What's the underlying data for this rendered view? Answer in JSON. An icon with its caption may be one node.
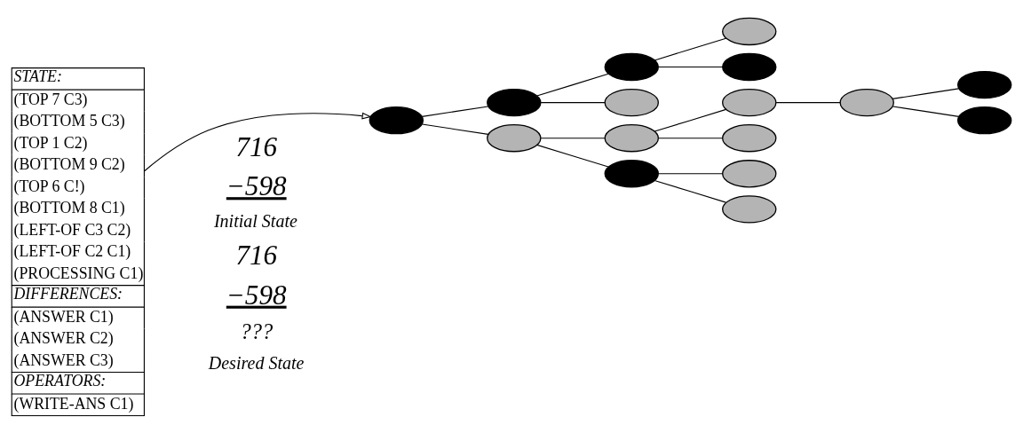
{
  "diagram": {
    "nodes": [
      {
        "text": [
          "STATE:",
          "(TOP 7 C3)",
          "(BOTTOM 5 C3)",
          "(TOP 1 C2)",
          "(BOTTOM 9 C2)",
          "(TOP 6 C!)",
          "(BOTTOM 8 C1)",
          "(LEFT-OF C3 C2)",
          "(LEFT-OF C2 C1)",
          "(PROCESSING C1)",
          "DIFFERENCES:",
          "(ANSWER C1)",
          "(ANSWER C2)",
          "(ANSWER C3)",
          "OPERATORS:",
          "(WRITE-ANS C1)"
        ]
      },
      {
        "text": [],
        "shape": "ellipse"
      },
      {
        "text": [],
        "shape": "ellipse"
      },
      {
        "text": [],
        "shape": "ellipse"
      },
      {
        "text": [],
        "shape": "ellipse"
      },
      {
        "text": [],
        "shape": "ellipse"
      },
      {
        "text": [],
        "shape": "ellipse"
      },
      {
        "text": [],
        "shape": "ellipse"
      },
      {
        "text": [],
        "shape": "ellipse"
      },
      {
        "text": [],
        "shape": "ellipse"
      },
      {
        "text": [],
        "shape": "ellipse"
      },
      {
        "text": [],
        "shape": "ellipse"
      },
      {
        "text": [],
        "shape": "ellipse"
      },
      {
        "text": [],
        "shape": "ellipse"
      },
      {
        "text": [],
        "shape": "ellipse"
      },
      {
        "text": [],
        "shape": "ellipse"
      },
      {
        "text": [],
        "shape": "ellipse"
      }
    ],
    "edges": [
      {
        "from": 0,
        "to": 1,
        "arrow": "to"
      },
      {
        "from": 1,
        "to": 2,
        "arrow": "none"
      },
      {
        "from": 1,
        "to": 3,
        "arrow": "none"
      },
      {
        "from": 2,
        "to": 4,
        "arrow": "none"
      },
      {
        "from": 2,
        "to": 5,
        "arrow": "none"
      },
      {
        "from": 3,
        "to": 6,
        "arrow": "none"
      },
      {
        "from": 3,
        "to": 7,
        "arrow": "none"
      },
      {
        "from": 4,
        "to": 8,
        "arrow": "none"
      },
      {
        "from": 4,
        "to": 9,
        "arrow": "none"
      },
      {
        "from": 6,
        "to": 10,
        "arrow": "none"
      },
      {
        "from": 6,
        "to": 11,
        "arrow": "none"
      },
      {
        "from": 7,
        "to": 12,
        "arrow": "none"
      },
      {
        "from": 7,
        "to": 13,
        "arrow": "none"
      },
      {
        "from": 10,
        "to": 14,
        "arrow": "none"
      },
      {
        "from": 14,
        "to": 15,
        "arrow": "none"
      },
      {
        "from": 14,
        "to": 16,
        "arrow": "none"
      }
    ],
    "labels": [
      "716",
      "−598",
      "Initial State",
      "716",
      "−598",
      "???",
      "Desired State"
    ]
  }
}
